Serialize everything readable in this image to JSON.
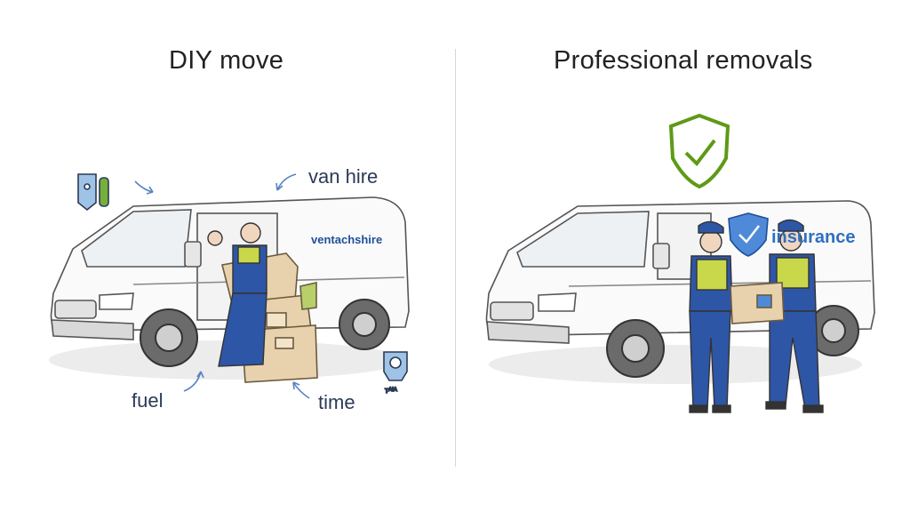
{
  "panels": {
    "left": {
      "title": "DIY move",
      "van_text": "ventachshire",
      "labels": {
        "van_hire": "van hire",
        "fuel": "fuel",
        "time": "time"
      },
      "icons": [
        "fuel-pump-icon",
        "stopwatch-icon"
      ]
    },
    "right": {
      "title": "Professional removals",
      "van_text": "insurance",
      "icons": [
        "shield-check-icon",
        "insurance-shield-icon"
      ]
    }
  },
  "colors": {
    "uniform_blue": "#2e56a6",
    "hi_vis": "#c9d84a",
    "shield_green": "#6aa51c",
    "box_brown": "#e8d2ad",
    "label_navy": "#2b3a55"
  }
}
